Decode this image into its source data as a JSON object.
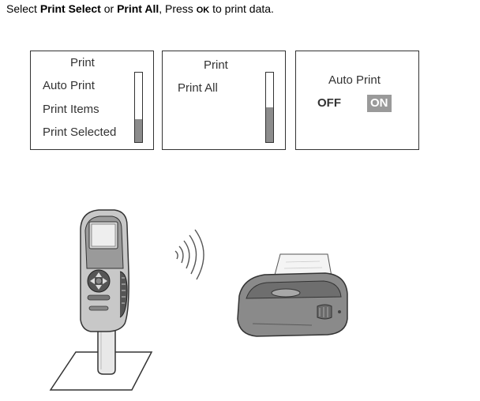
{
  "instruction": {
    "prefix": "Select ",
    "print_select": "Print Select",
    "or": " or ",
    "print_all": "Print All",
    "press": ", Press ",
    "ok": "OK",
    "suffix": " to print data."
  },
  "screen1": {
    "title": "Print",
    "items": [
      "Auto Print",
      "Print Items",
      "Print Selected"
    ],
    "scroll_fraction": 0.33
  },
  "screen2": {
    "title": "Print",
    "item": "Print All",
    "scroll_fraction": 0.5
  },
  "screen3": {
    "title": "Auto Print",
    "off_label": "OFF",
    "on_label": "ON"
  },
  "colors": {
    "border": "#333333",
    "thumb": "#8c8c8c",
    "toggle_on": "#9a9a9a"
  },
  "icons": [
    "handheld-meter-icon",
    "wireless-signal-icon",
    "thermal-printer-icon"
  ]
}
